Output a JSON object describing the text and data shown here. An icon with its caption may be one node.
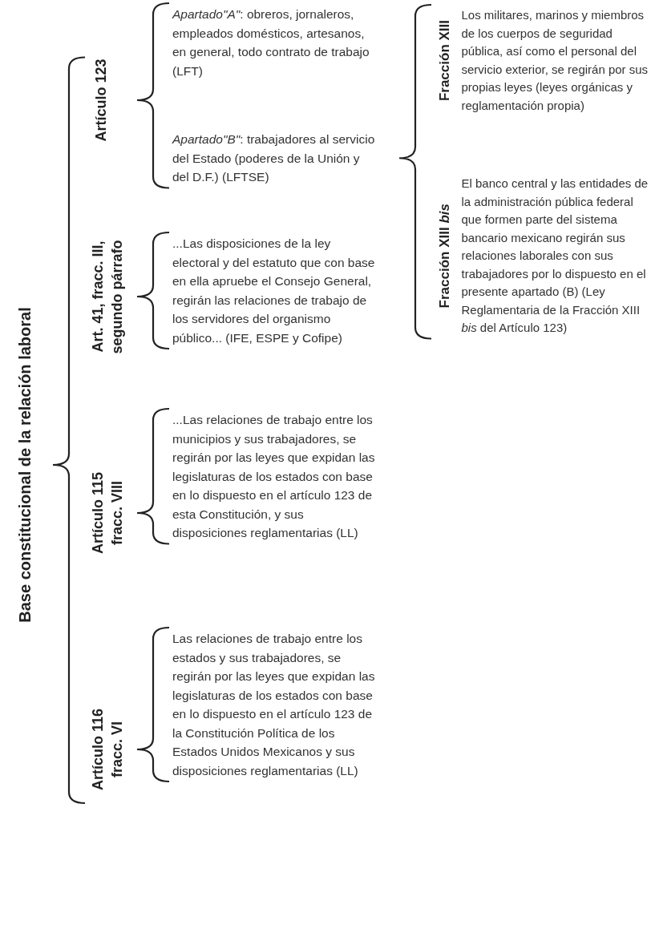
{
  "diagram": {
    "nodes": [
      {
        "text": [
          "Base constitucional de la relación laboral"
        ]
      },
      {
        "text": [
          "Artículo 123"
        ]
      },
      {
        "text": [
          "*Apartado\"A\"*: obreros, jornaleros, empleados domésticos, artesanos, en general, todo contrato de trabajo (LFT)"
        ]
      },
      {
        "text": [
          "*Apartado\"B\"*: trabajadores al servicio del Estado (poderes de la Unión y del D.F.) (LFTSE)"
        ]
      },
      {
        "text": [
          "Art. 41, fracc. III, segundo párrafo"
        ]
      },
      {
        "text": [
          "...Las disposiciones de la ley electoral y del estatuto que con base en ella apruebe el Consejo General, regirán las relaciones de trabajo de los servidores del organismo público... (IFE, ESPE y Cofipe)"
        ]
      },
      {
        "text": [
          "Artículo 115 fracc. VIII"
        ]
      },
      {
        "text": [
          "...Las relaciones de trabajo entre los municipios y sus trabajadores, se regirán por las leyes que expidan las legislaturas de los estados con base en lo dispuesto en el artículo 123 de esta Constitución, y sus disposiciones reglamentarias (LL)"
        ]
      },
      {
        "text": [
          "Artículo 116 fracc. VI"
        ]
      },
      {
        "text": [
          "Las relaciones de trabajo entre los estados y sus trabajadores, se regirán por las leyes que expidan las legislaturas de los estados con base en lo dispuesto en el artículo 123 de la Constitución Política de los Estados Unidos Mexicanos y sus disposiciones reglamentarias (LL)"
        ]
      },
      {
        "text": [
          "Fracción XIII",
          "Los militares, marinos y miembros de los cuerpos de seguridad pública, así como el personal del servicio exterior, se regirán por sus propias leyes (leyes orgánicas y reglamentación propia)"
        ]
      },
      {
        "text": [
          "Fracción XIII *bis*",
          "El banco central y las entidades de la administración pública federal que formen parte del sistema bancario mexicano regirán sus relaciones laborales con sus trabajadores por lo dispuesto en el presente apartado (B) (Ley Reglamentaria de la Fracción XIII *bis* del Artículo 123)"
        ]
      }
    ]
  }
}
